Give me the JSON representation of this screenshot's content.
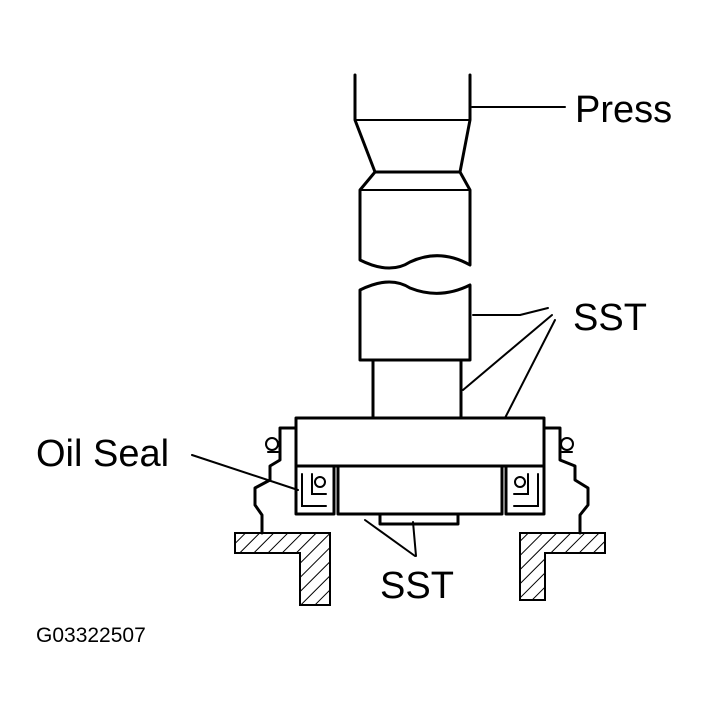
{
  "labels": {
    "press": "Press",
    "sst_upper": "SST",
    "oil_seal": "Oil Seal",
    "sst_lower": "SST",
    "figure_code": "G03322507"
  }
}
